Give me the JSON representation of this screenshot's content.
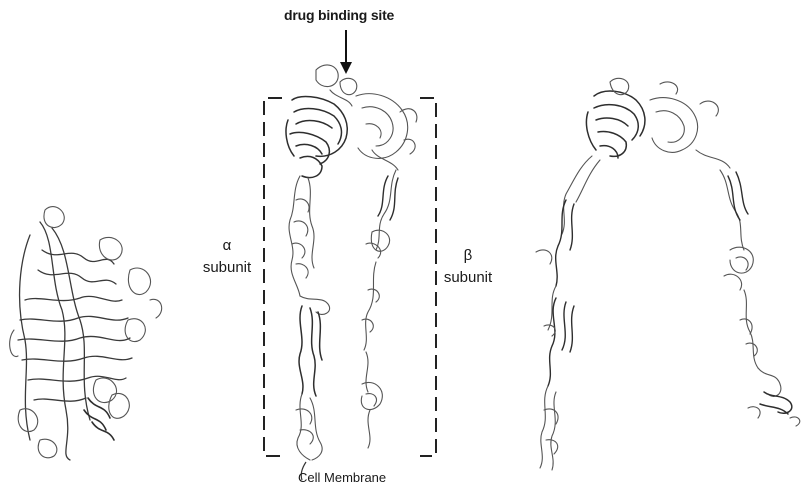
{
  "labels": {
    "drug_binding_site": "drug binding site",
    "alpha_symbol": "α",
    "alpha_word": "subunit",
    "beta_symbol": "β",
    "beta_word": "subunit",
    "cell_membrane": "Cell Membrane"
  },
  "colors": {
    "ribbon": "#555555",
    "ribbon_dark": "#2e2e2e",
    "bracket": "#222222"
  },
  "structures": [
    {
      "id": "bent-closed"
    },
    {
      "id": "extended-open"
    },
    {
      "id": "arched-open"
    }
  ]
}
